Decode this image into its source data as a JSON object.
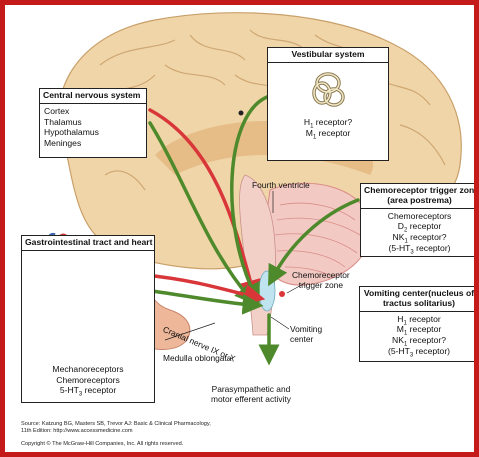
{
  "boxes": {
    "cns": {
      "title": "Central nervous system",
      "items": [
        "Cortex",
        "Thalamus",
        "Hypothalamus",
        "Meninges"
      ]
    },
    "vestibular": {
      "title": "Vestibular system",
      "receptors": [
        {
          "pre": "H",
          "sub": "1",
          "post": " receptor?"
        },
        {
          "pre": "M",
          "sub": "1",
          "post": " receptor"
        }
      ]
    },
    "ctz": {
      "title_line1": "Chemoreceptor trigger zone",
      "title_line2": "(area postrema)",
      "receptors": [
        {
          "pre": "Chemoreceptors",
          "sub": "",
          "post": ""
        },
        {
          "pre": "D",
          "sub": "2",
          "post": " receptor"
        },
        {
          "pre": "NK",
          "sub": "1",
          "post": " receptor?"
        },
        {
          "pre": "(5-HT",
          "sub": "3",
          "post": " receptor)"
        }
      ]
    },
    "gi": {
      "title": "Gastrointestinal tract and heart",
      "items": [
        {
          "pre": "Mechanoreceptors",
          "sub": "",
          "post": ""
        },
        {
          "pre": "Chemoreceptors",
          "sub": "",
          "post": ""
        },
        {
          "pre": "5-HT",
          "sub": "3",
          "post": " receptor"
        }
      ]
    },
    "vomiting_center": {
      "title_line1": "Vomiting center(nucleus of",
      "title_line2": "tractus solitarius)",
      "receptors": [
        {
          "pre": "H",
          "sub": "1",
          "post": " receptor"
        },
        {
          "pre": "M",
          "sub": "1",
          "post": " receptor"
        },
        {
          "pre": "NK",
          "sub": "1",
          "post": " receptor?"
        },
        {
          "pre": "(5-HT",
          "sub": "3",
          "post": " receptor)"
        }
      ]
    }
  },
  "labels": {
    "fourth_ventricle": "Fourth ventricle",
    "ctz_line1": "Chemoreceptor",
    "ctz_line2": "trigger zone",
    "cranial_nerve": "Cranial nerve IX or X",
    "medulla": "Medulla oblongata",
    "vomiting_line1": "Vomiting",
    "vomiting_line2": "center",
    "output_line1": "Parasympathetic and",
    "output_line2": "motor efferent activity"
  },
  "footer": {
    "source_line1": "Source: Katzung BG, Masters SB, Trevor AJ: Basic & Clinical Pharmacology,",
    "source_line2": "11th Edition: http://www.accessmedicine.com",
    "copyright": "Copyright © The McGraw-Hill Companies, Inc. All rights reserved."
  },
  "colors": {
    "frame": "#c41a1a",
    "green_arrow": "#4e8a2b",
    "red_arrow": "#d9363a",
    "brain": "#f0d5a8",
    "brain_gyri": "#c9a06a",
    "cerebellum": "#f3c9c4",
    "brainstem": "#cfe3ee",
    "heart": "#c63b2a",
    "stomach": "#eeb79a"
  }
}
